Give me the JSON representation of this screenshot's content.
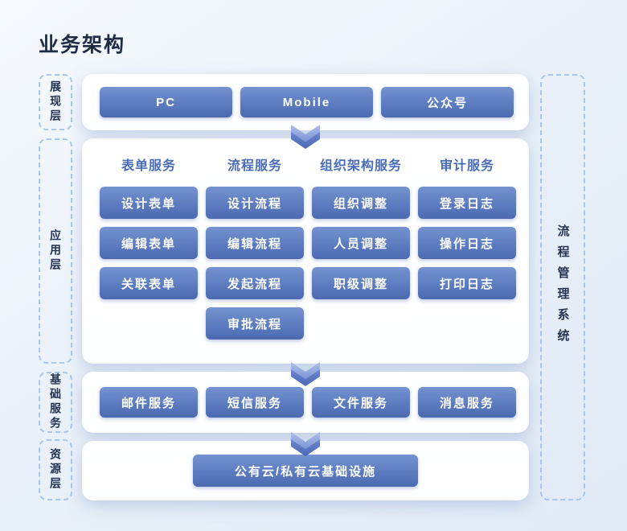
{
  "page": {
    "title": "业务架构"
  },
  "colors": {
    "page_background": "#eaf1f9",
    "panel_background": "#ffffff",
    "button_gradient_top": "#7593cf",
    "button_gradient_bottom": "#4c69b0",
    "button_text": "#ffffff",
    "column_header_text": "#4a6db8",
    "rail_text": "#243352",
    "dashed_border": "#a9c6ea",
    "title_text": "#1f2b45",
    "arrow_light": "#9cb1e4",
    "arrow_dark": "#5571c4"
  },
  "rails": {
    "left": [
      {
        "label": "展现层"
      },
      {
        "label": "应用层"
      },
      {
        "label": "基础服务"
      },
      {
        "label": "资源层"
      }
    ],
    "right": {
      "label": "流程管理系统"
    }
  },
  "presentation_layer": {
    "buttons": [
      {
        "label": "PC"
      },
      {
        "label": "Mobile"
      },
      {
        "label": "公众号"
      }
    ]
  },
  "application_layer": {
    "columns": [
      {
        "header": "表单服务",
        "buttons": [
          {
            "label": "设计表单"
          },
          {
            "label": "编辑表单"
          },
          {
            "label": "关联表单"
          }
        ]
      },
      {
        "header": "流程服务",
        "buttons": [
          {
            "label": "设计流程"
          },
          {
            "label": "编辑流程"
          },
          {
            "label": "发起流程"
          },
          {
            "label": "审批流程"
          }
        ]
      },
      {
        "header": "组织架构服务",
        "buttons": [
          {
            "label": "组织调整"
          },
          {
            "label": "人员调整"
          },
          {
            "label": "职级调整"
          }
        ]
      },
      {
        "header": "审计服务",
        "buttons": [
          {
            "label": "登录日志"
          },
          {
            "label": "操作日志"
          },
          {
            "label": "打印日志"
          }
        ]
      }
    ]
  },
  "base_service_layer": {
    "buttons": [
      {
        "label": "邮件服务"
      },
      {
        "label": "短信服务"
      },
      {
        "label": "文件服务"
      },
      {
        "label": "消息服务"
      }
    ]
  },
  "resource_layer": {
    "buttons": [
      {
        "label": "公有云/私有云基础设施"
      }
    ]
  }
}
